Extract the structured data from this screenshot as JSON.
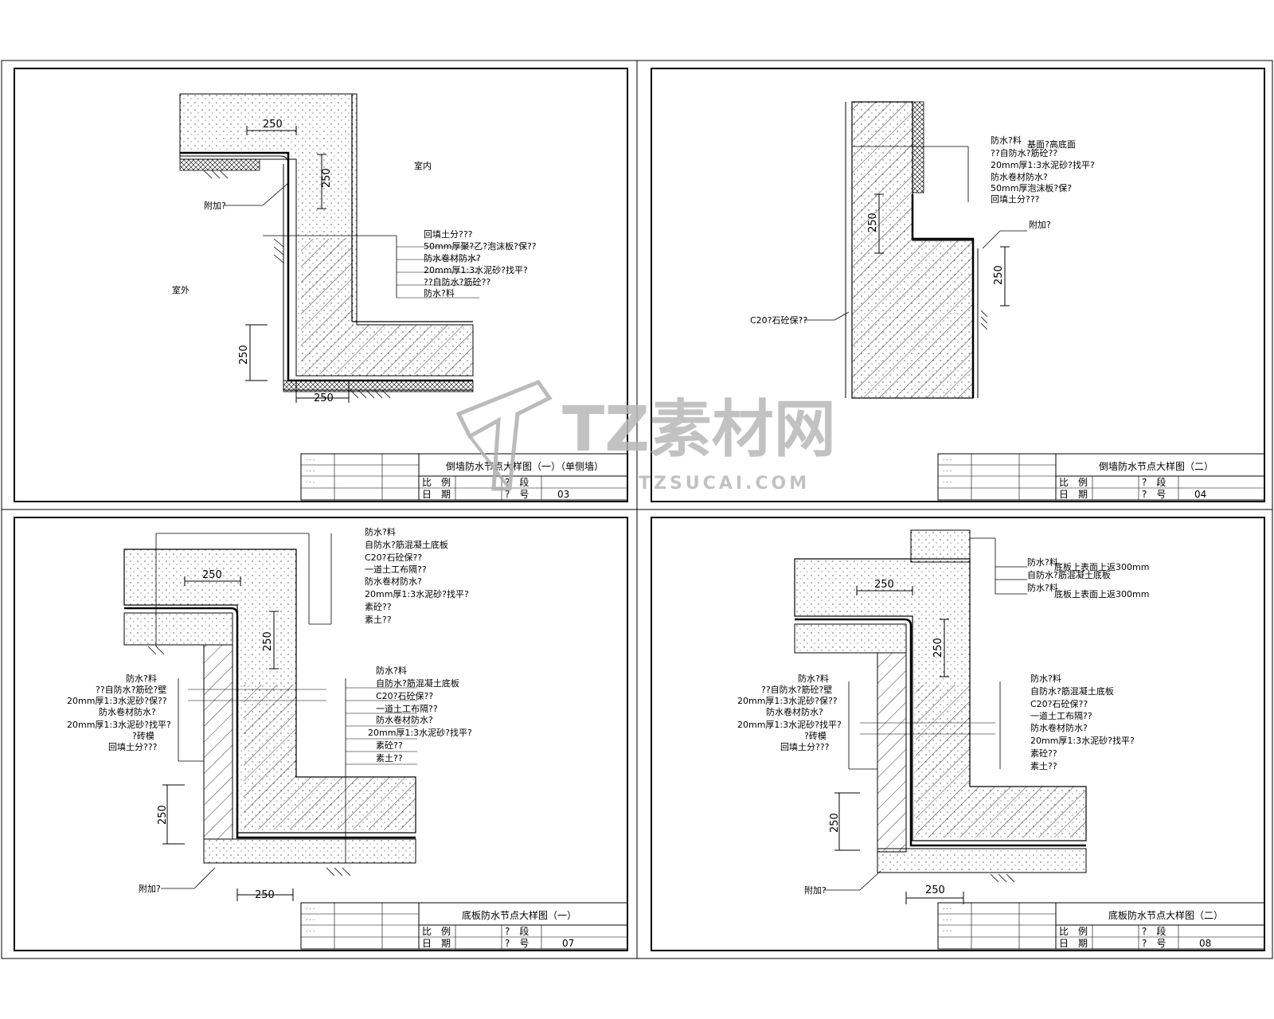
{
  "watermark": {
    "brand": "TZ素材网",
    "url": "TZSUCAI.COM"
  },
  "panels": [
    {
      "id": "p1",
      "labels": {
        "indoor": "室内",
        "outdoor": "室外",
        "extra": "附加?",
        "dims": [
          "250",
          "250",
          "250",
          "250"
        ],
        "callouts": [
          "回填土分???",
          "50mm厚聚?乙?泡沫板?保??",
          "防水卷材防水?",
          "20mm厚1:3水泥砂?找平?",
          "??自防水?筋砼??",
          "防水?料"
        ]
      },
      "title_block": {
        "title": "倒墙防水节点大样图（一）（单侧墙）",
        "scale_label": "比　例",
        "date_label": "日　期",
        "stage_label": "?　段",
        "num_label": "?　号",
        "num": "03"
      }
    },
    {
      "id": "p2",
      "labels": {
        "extra": "附加?",
        "c20": "C20?石砼保??",
        "dims": [
          "250",
          "250"
        ],
        "callouts": [
          "防水?料",
          "基面?高底面",
          "??自防水?筋砼??",
          "20mm厚1:3水泥砂?找平?",
          "防水卷材防水?",
          "50mm厚泡沫板?保?",
          "回填土分???"
        ]
      },
      "title_block": {
        "title": "倒墙防水节点大样图（二）",
        "scale_label": "比　例",
        "date_label": "日　期",
        "stage_label": "?　段",
        "num_label": "?　号",
        "num": "04"
      }
    },
    {
      "id": "p3",
      "labels": {
        "extra": "附加?",
        "dims": [
          "250",
          "250",
          "250",
          "250"
        ],
        "callouts_top": [
          "防水?料",
          "自防水?筋混凝土底板",
          "C20?石砼保??",
          "一道土工布隔??",
          "防水卷材防水?",
          "20mm厚1:3水泥砂?找平?",
          "素砼??",
          "素土??"
        ],
        "callouts_left": [
          "防水?料",
          "??自防水?筋砼?壁",
          "20mm厚1:3水泥砂?保??",
          "防水卷材防水?",
          "20mm厚1:3水泥砂?找平?",
          "?砖模",
          "回填土分???"
        ],
        "callouts_mid": [
          "防水?料",
          "自防水?筋混凝土底板",
          "C20?石砼保??",
          "一道土工布隔??",
          "防水卷材防水?",
          "20mm厚1:3水泥砂?找平?",
          "素砼??",
          "素土??"
        ]
      },
      "title_block": {
        "title": "底板防水节点大样图（一）",
        "scale_label": "比　例",
        "date_label": "日　期",
        "stage_label": "?　段",
        "num_label": "?　号",
        "num": "07"
      }
    },
    {
      "id": "p4",
      "labels": {
        "extra": "附加?",
        "dims": [
          "250",
          "250",
          "250"
        ],
        "callouts_top": [
          "防水?料",
          "底板上表面上返300mm",
          "自防水?筋混凝土底板",
          "防水?料",
          "底板上表面上返300mm"
        ],
        "callouts_left": [
          "防水?料",
          "??自防水?筋砼?壁",
          "20mm厚1:3水泥砂?保??",
          "防水卷材防水?",
          "20mm厚1:3水泥砂?找平?",
          "?砖模",
          "回填土分???"
        ],
        "callouts_mid": [
          "防水?料",
          "自防水?筋混凝土底板",
          "C20?石砼保??",
          "一道土工布隔??",
          "防水卷材防水?",
          "20mm厚1:3水泥砂?找平?",
          "素砼??",
          "素土??"
        ]
      },
      "title_block": {
        "title": "底板防水节点大样图（二）",
        "scale_label": "比　例",
        "date_label": "日　期",
        "stage_label": "?　段",
        "num_label": "?　号",
        "num": "08"
      }
    }
  ]
}
